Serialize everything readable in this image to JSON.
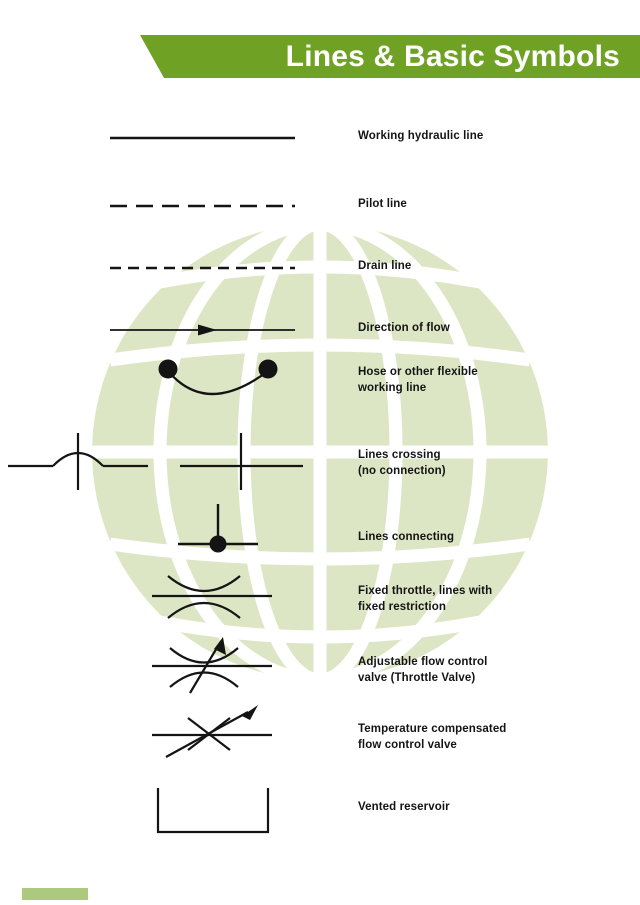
{
  "header": {
    "title": "Lines & Basic Symbols",
    "banner_color": "#6fa124",
    "title_color": "#ffffff"
  },
  "theme": {
    "accent_green": "#6fa124",
    "bottom_bar_green": "#adc87f",
    "watermark_green": "#dde6c4",
    "ink": "#141414",
    "background": "#ffffff"
  },
  "rows": [
    {
      "icon": "solid-line-symbol",
      "label": "Working hydraulic line"
    },
    {
      "icon": "long-dashed-line-symbol",
      "label": "Pilot line"
    },
    {
      "icon": "short-dashed-line-symbol",
      "label": "Drain line"
    },
    {
      "icon": "arrow-line-symbol",
      "label": "Direction of flow"
    },
    {
      "icon": "hose-flexible-line-symbol",
      "label": "Hose or other flexible\nworking line"
    },
    {
      "icon": "lines-crossing-symbol",
      "label": "Lines crossing\n(no connection)"
    },
    {
      "icon": "lines-connecting-symbol",
      "label": "Lines connecting"
    },
    {
      "icon": "fixed-throttle-symbol",
      "label": "Fixed throttle, lines with\nfixed restriction"
    },
    {
      "icon": "adjustable-flow-control-symbol",
      "label": "Adjustable flow control\nvalve (Throttle Valve)"
    },
    {
      "icon": "temperature-compensated-symbol",
      "label": "Temperature compensated\nflow control valve"
    },
    {
      "icon": "vented-reservoir-symbol",
      "label": "Vented reservoir"
    }
  ],
  "bottom_accent": {
    "name": "bottom-accent-bar"
  }
}
